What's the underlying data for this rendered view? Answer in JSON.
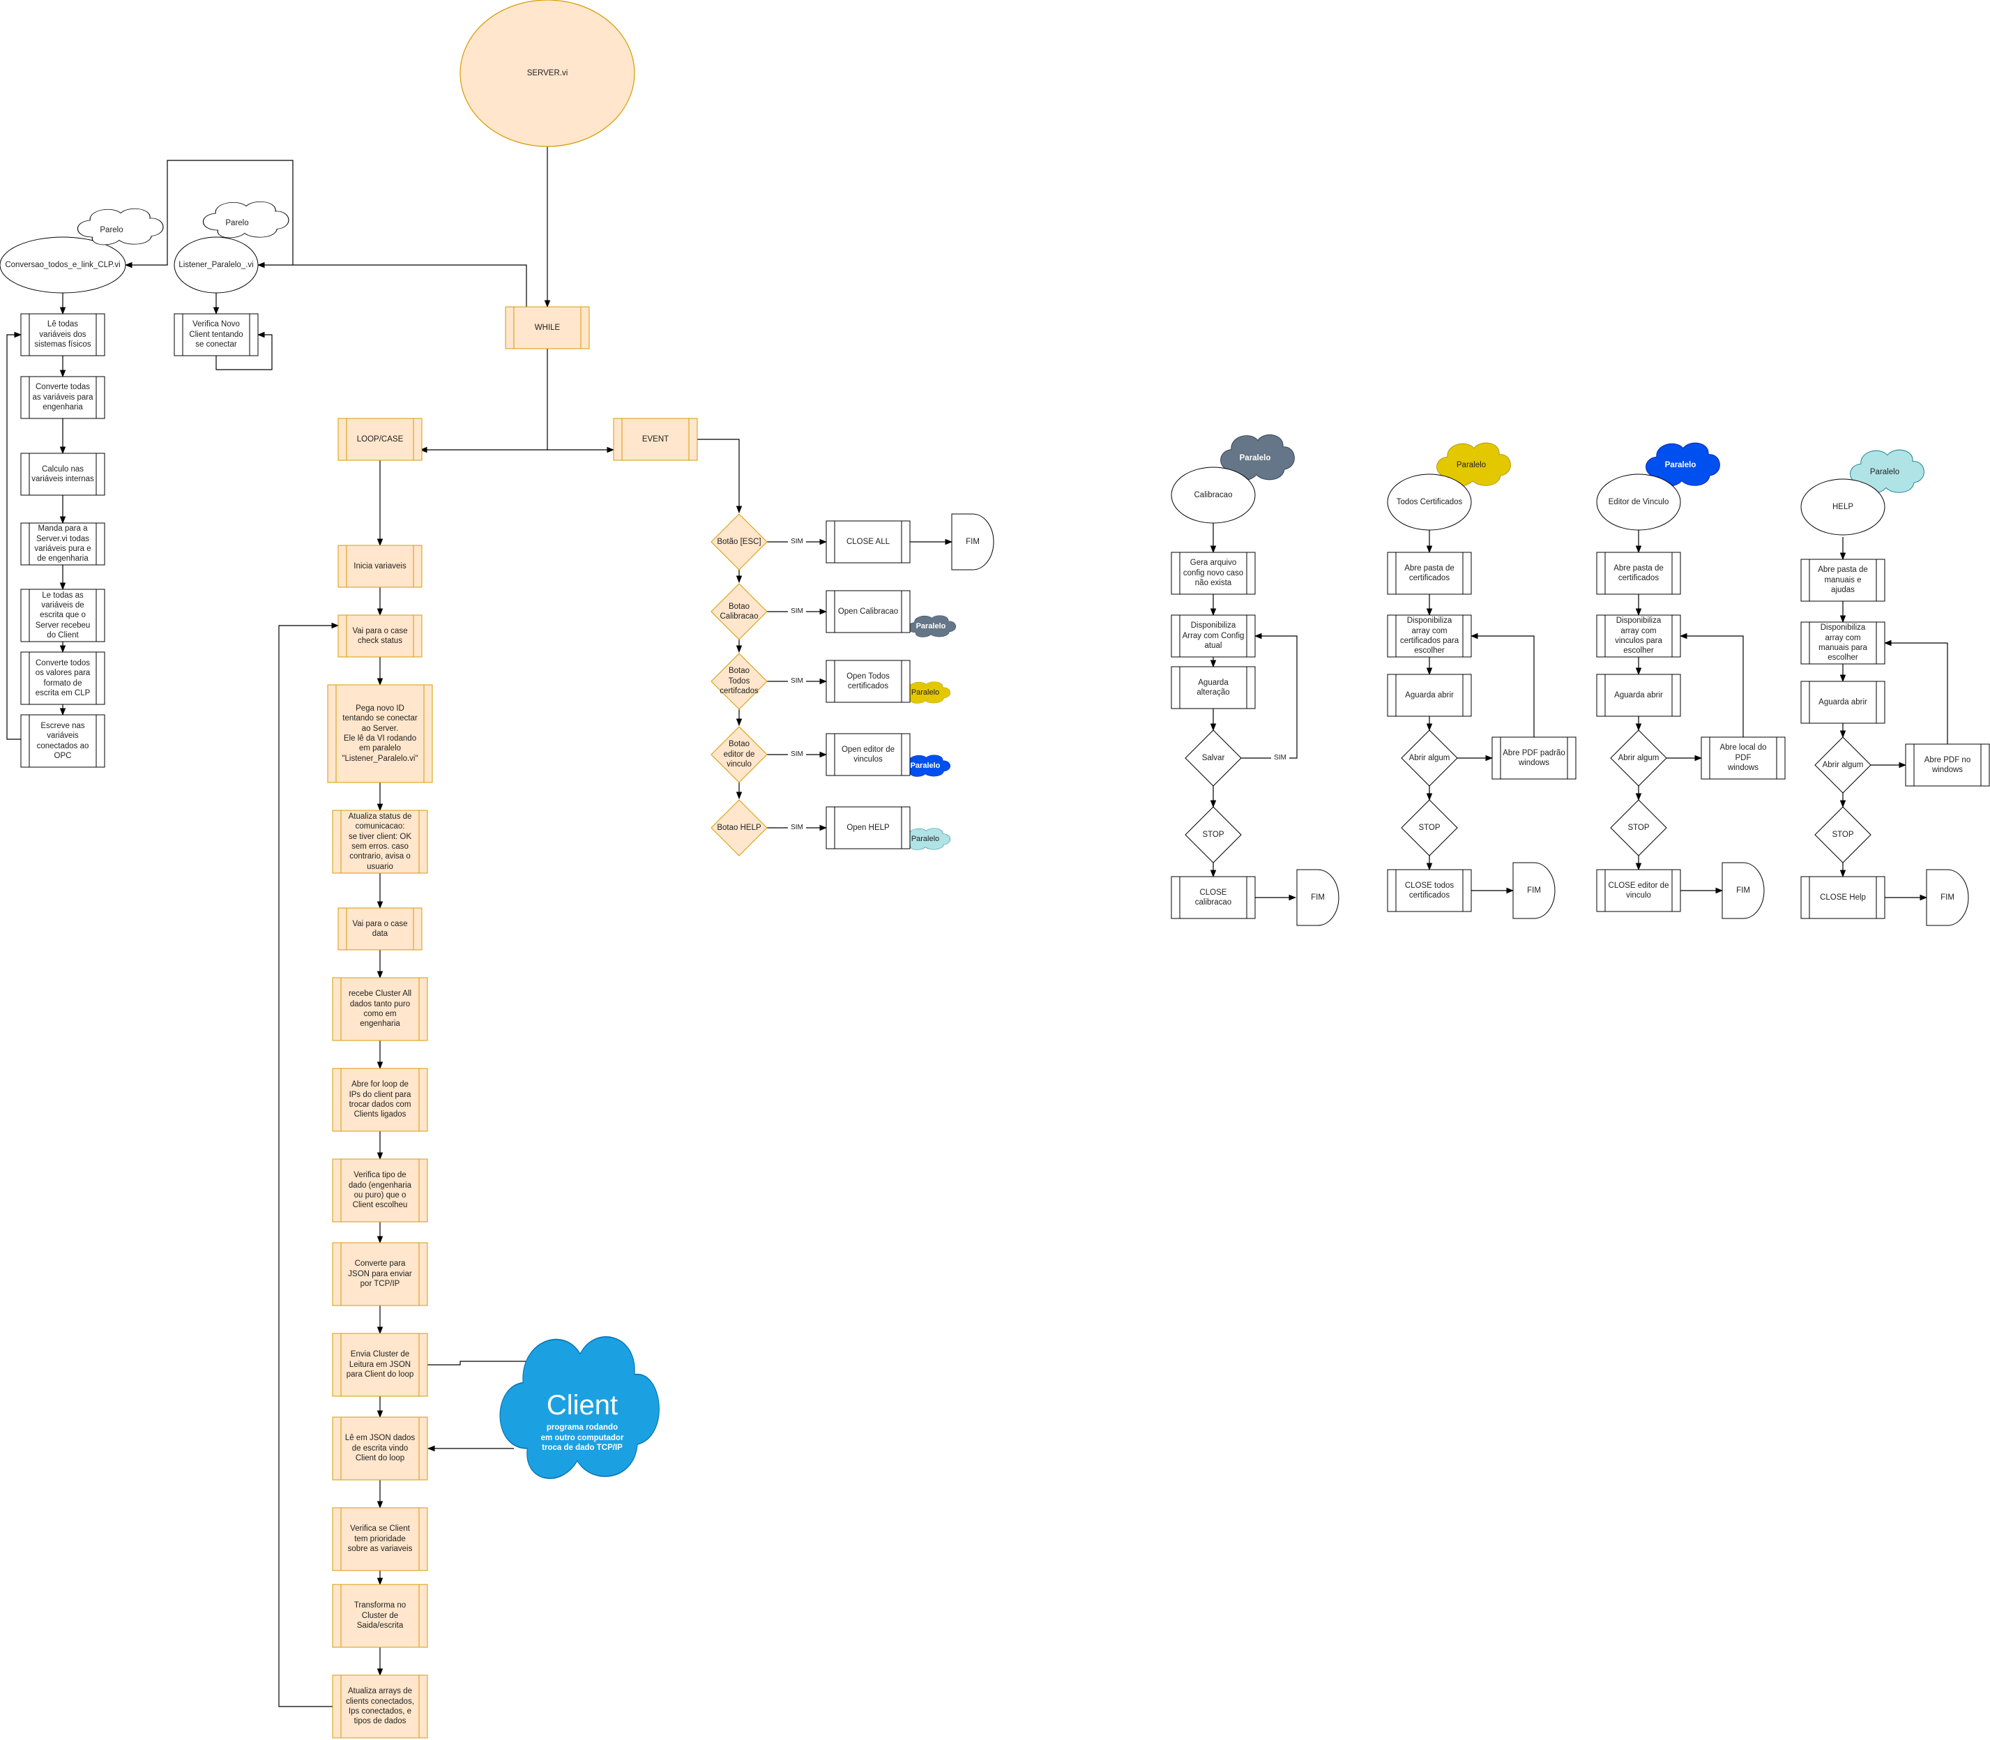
{
  "colors": {
    "orange_fill": "#ffe6cc",
    "orange_stroke": "#d79b00",
    "gray_cloud": "#647687",
    "yellow_cloud": "#e3c800",
    "blue_cloud": "#0050ef",
    "cyan_cloud": "#b0e3e6",
    "client_cloud": "#1ba1e2"
  },
  "main": {
    "server": "SERVER.vi",
    "while": "WHILE",
    "loop_case": "LOOP/CASE",
    "event": "EVENT"
  },
  "left": {
    "cloud1": "Parelo",
    "cloud2": "Parelo",
    "conversao": "Conversao_todos_e_link_CLP.vi",
    "listener": "Listener_Paralelo_.vi",
    "verifica_client": "Verifica Novo\nClient tentando\nse conectar",
    "steps": [
      "Lê todas\nvariáveis dos\nsistemas físicos",
      "Converte todas\nas variáveis para\nengenharia",
      "Calculo nas\nvariáveis internas",
      "Manda para a\nServer.vi todas\nvariáveis pura e\nde engenharia",
      "Le todas as\nvariáveis de\nescrita que o\nServer recebeu\ndo Client",
      "Converte todos\nos valores para\nformato de\nescrita em CLP",
      "Escreve nas\nvariáveis\nconectados ao\nOPC"
    ]
  },
  "loop": {
    "steps": [
      "Inicia variaveis",
      "Vai para o case\ncheck status",
      "Pega novo ID\ntentando se conectar\nao Server.\nEle lê da VI rodando\nem paralelo\n\"Listener_Paralelo.vi\"",
      "Atualiza status de\ncomunicacao:\nse tiver client: OK\nsem erros. caso\ncontrario, avisa o\nusuario",
      "Vai para o case\ndata",
      "recebe Cluster All\ndados tanto puro\ncomo em\nengenharia",
      "Abre for loop de\nIPs do client para\ntrocar dados com\nClients ligados",
      "Verifica tipo de\ndado (engenharia\nou puro) que o\nClient escolheu",
      "Converte para\nJSON para enviar\npor TCP/IP",
      "Envia Cluster de\nLeitura em JSON\npara Client do loop",
      "Lê em JSON dados\nde escrita vindo\nClient do loop",
      "Verifica se Client\ntem prioridade\nsobre as variaveis",
      "Transforma no\nCluster de\nSaida/escrita",
      "Atualiza arrays de\nclients conectados,\nIps conectados, e\ntipos de dados"
    ],
    "client_title": "Client",
    "client_sub": "programa rodando\nem outro computador\ntroca de dado TCP/IP"
  },
  "event": {
    "yes": "SIM",
    "fim": "FIM",
    "rows": [
      {
        "decision": "Botão [ESC]",
        "action": "CLOSE ALL",
        "cloud": ""
      },
      {
        "decision": "Botao\nCalibracao",
        "action": "Open Calibracao",
        "cloud": "Paralelo"
      },
      {
        "decision": "Botao\nTodos\ncertifcados",
        "action": "Open Todos\ncertificados",
        "cloud": "Paralelo"
      },
      {
        "decision": "Botao\neditor de\nvinculo",
        "action": "Open editor de\nvinculos",
        "cloud": "Paralelo"
      },
      {
        "decision": "Botao HELP",
        "action": "Open HELP",
        "cloud": "Paralelo"
      }
    ]
  },
  "flows": {
    "calibracao": {
      "cloud": "Paralelo",
      "title": "Calibracao",
      "s1": "Gera arquivo\nconfig novo caso\nnão exista",
      "s2": "Disponibiliza\nArray com Config\natual",
      "s3": "Aguarda\nalteração",
      "d1": "Salvar",
      "yes": "SIM",
      "d2": "STOP",
      "close": "CLOSE\ncalibracao",
      "fim": "FIM"
    },
    "todos": {
      "cloud": "Paralelo",
      "title": "Todos Certificados",
      "s1": "Abre pasta de\ncertificados",
      "s2": "Disponibiliza\narray com\ncertificados para\nescolher",
      "s3": "Aguarda abrir",
      "d1": "Abrir algum",
      "side": "Abre PDF padrão\nwindows",
      "d2": "STOP",
      "close": "CLOSE todos\ncertificados",
      "fim": "FIM"
    },
    "editor": {
      "cloud": "Paralelo",
      "title": "Editor de Vinculo",
      "s1": "Abre pasta de\ncertificados",
      "s2": "Disponibiliza\narray com\nvinculos para\nescolher",
      "s3": "Aguarda abrir",
      "d1": "Abrir algum",
      "side": "Abre local  do\nPDF\nwindows",
      "d2": "STOP",
      "close": "CLOSE editor de\nvinculo",
      "fim": "FIM"
    },
    "help": {
      "cloud": "Paralelo",
      "title": "HELP",
      "s1": "Abre pasta de\nmanuais e\najudas",
      "s2": "Disponibiliza\narray com\nmanuais para\nescolher",
      "s3": "Aguarda abrir",
      "d1": "Abrir algum",
      "side": "Abre PDF no\nwindows",
      "d2": "STOP",
      "close": "CLOSE Help",
      "fim": "FIM"
    }
  }
}
